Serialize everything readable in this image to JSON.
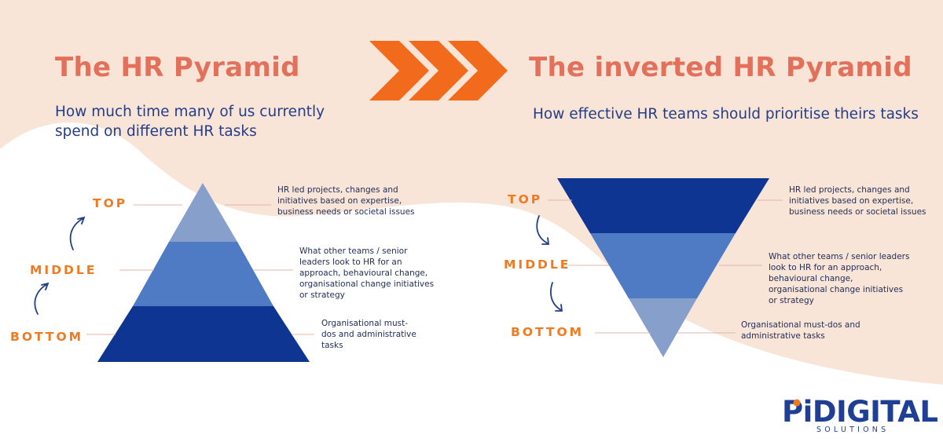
{
  "colors": {
    "background_peach": "#f9e4d8",
    "title_coral": "#e2705a",
    "subtitle_navy": "#233e86",
    "level_orange": "#ef7a1f",
    "chevron_orange": "#f26a1b",
    "tier_dark": "#0d3591",
    "tier_mid": "#4f7ac4",
    "tier_light": "#869fcb",
    "connector_line": "#e5b5a9"
  },
  "left": {
    "title": "The HR Pyramid",
    "subtitle": "How much time many of us currently spend on different HR tasks",
    "levels": {
      "top": "TOP",
      "middle": "MIDDLE",
      "bottom": "BOTTOM"
    },
    "descriptions": {
      "top": "HR led projects, changes and initiatives based on expertise, business needs or societal issues",
      "middle": "What other teams / senior leaders look to HR for an approach, behavioural change, organisational change initiatives or strategy",
      "bottom": "Organisational must-dos and administrative tasks"
    },
    "arrow_icon": "curved-arrow-up-icon"
  },
  "right": {
    "title": "The inverted HR Pyramid",
    "subtitle": "How effective HR teams should prioritise theirs tasks",
    "levels": {
      "top": "TOP",
      "middle": "MIDDLE",
      "bottom": "BOTTOM"
    },
    "descriptions": {
      "top": "HR led projects, changes and initiatives based on expertise, business needs or societal issues",
      "middle": "What other teams / senior leaders look to HR for an approach, behavioural change, organisational change initiatives or strategy",
      "bottom": "Organisational must-dos and administrative tasks"
    },
    "arrow_icon": "curved-arrow-down-icon"
  },
  "center": {
    "icon": "triple-chevron-right-icon"
  },
  "logo": {
    "pi": "Pi",
    "digital": "DIGITAL",
    "solutions": "SOLUTIONS"
  }
}
